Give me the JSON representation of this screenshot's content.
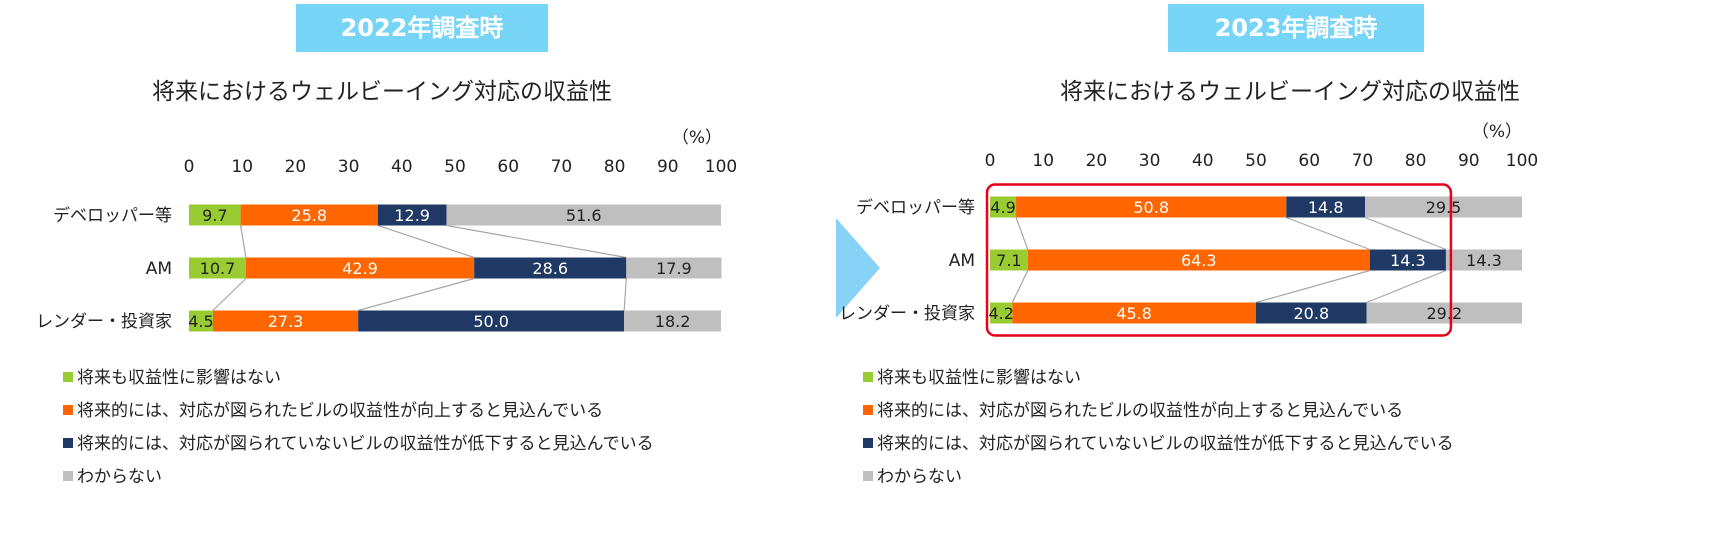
{
  "colors": {
    "badge": "#76d5f7",
    "s1": "#99cc33",
    "s2": "#ff6600",
    "s3": "#1f3864",
    "s4": "#bfbfbf",
    "highlight": "#e8001c",
    "arrow": "#86d3f7"
  },
  "legend": [
    "将来も収益性に影響はない",
    "将来的には、対応が図られたビルの収益性が向上すると見込んでいる",
    "将来的には、対応が図られていないビルの収益性が低下すると見込んでいる",
    "わからない"
  ],
  "chart_data": [
    {
      "type": "bar",
      "stacked": true,
      "orientation": "horizontal",
      "badge": "2022年調査時",
      "title": "将来におけるウェルビーイング対応の収益性",
      "unit": "（%）",
      "xlim": [
        0,
        100
      ],
      "ticks": [
        "0",
        "10",
        "20",
        "30",
        "40",
        "50",
        "60",
        "70",
        "80",
        "90",
        "100"
      ],
      "categories": [
        "デベロッパー等",
        "AM",
        "レンダー・投資家"
      ],
      "series": [
        {
          "name": "将来も収益性に影響はない",
          "values": [
            9.7,
            10.7,
            4.5
          ]
        },
        {
          "name": "将来的には、対応が図られたビルの収益性が向上すると見込んでいる",
          "values": [
            25.8,
            42.9,
            27.3
          ]
        },
        {
          "name": "将来的には、対応が図られていないビルの収益性が低下すると見込んでいる",
          "values": [
            12.9,
            28.6,
            50.0
          ]
        },
        {
          "name": "わからない",
          "values": [
            51.6,
            17.9,
            18.2
          ]
        }
      ],
      "labels": [
        [
          "9.7",
          "10.7",
          "4.5"
        ],
        [
          "25.8",
          "42.9",
          "27.3"
        ],
        [
          "12.9",
          "28.6",
          "50.0"
        ],
        [
          "51.6",
          "17.9",
          "18.2"
        ]
      ],
      "highlight_series": 0
    },
    {
      "type": "bar",
      "stacked": true,
      "orientation": "horizontal",
      "badge": "2023年調査時",
      "title": "将来におけるウェルビーイング対応の収益性",
      "unit": "（%）",
      "xlim": [
        0,
        100
      ],
      "ticks": [
        "0",
        "10",
        "20",
        "30",
        "40",
        "50",
        "60",
        "70",
        "80",
        "90",
        "100"
      ],
      "categories": [
        "デベロッパー等",
        "AM",
        "レンダー・投資家"
      ],
      "series": [
        {
          "name": "将来も収益性に影響はない",
          "values": [
            4.9,
            7.1,
            4.2
          ]
        },
        {
          "name": "将来的には、対応が図られたビルの収益性が向上すると見込んでいる",
          "values": [
            50.8,
            64.3,
            45.8
          ]
        },
        {
          "name": "将来的には、対応が図られていないビルの収益性が低下すると見込んでいる",
          "values": [
            14.8,
            14.3,
            20.8
          ]
        },
        {
          "name": "わからない",
          "values": [
            29.5,
            14.3,
            29.2
          ]
        }
      ],
      "labels": [
        [
          "4.9",
          "7.1",
          "4.2"
        ],
        [
          "50.8",
          "64.3",
          "45.8"
        ],
        [
          "14.8",
          "14.3",
          "20.8"
        ],
        [
          "29.5",
          "14.3",
          "29.2"
        ]
      ],
      "highlight_series": 2
    }
  ]
}
